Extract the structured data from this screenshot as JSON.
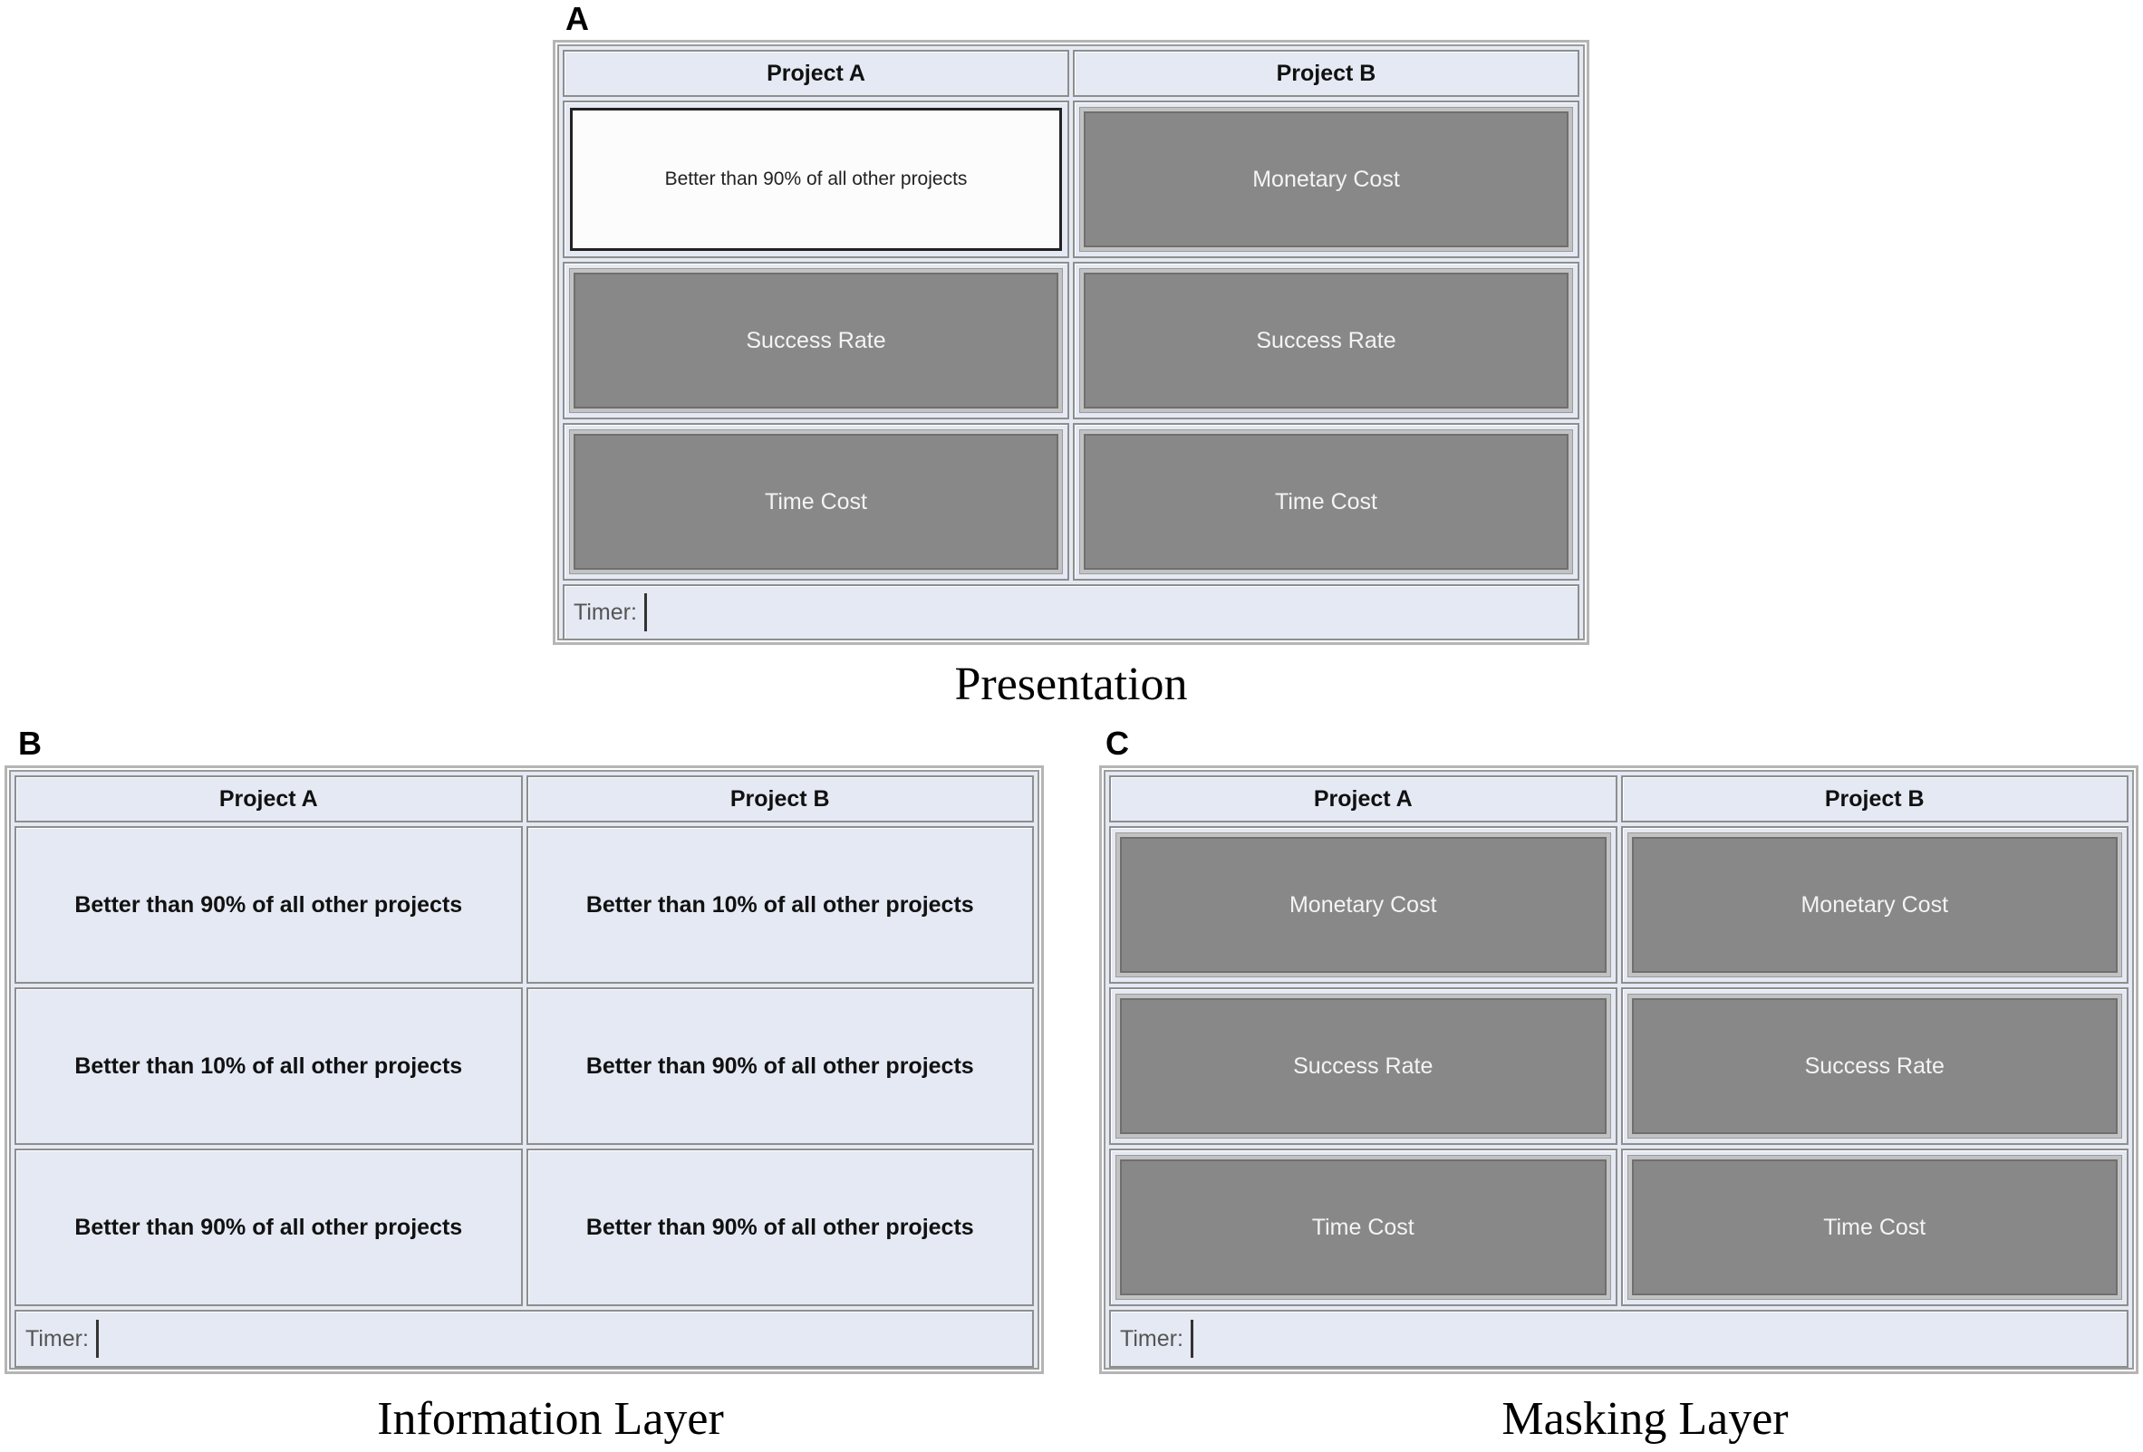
{
  "panels": {
    "a": {
      "letter": "A",
      "caption": "Presentation",
      "headers": [
        "Project A",
        "Project B"
      ],
      "rows": [
        [
          {
            "text": "Better than 90% of all other projects",
            "state": "revealed"
          },
          {
            "text": "Monetary Cost",
            "state": "masked"
          }
        ],
        [
          {
            "text": "Success Rate",
            "state": "masked"
          },
          {
            "text": "Success Rate",
            "state": "masked"
          }
        ],
        [
          {
            "text": "Time Cost",
            "state": "masked"
          },
          {
            "text": "Time Cost",
            "state": "masked"
          }
        ]
      ],
      "timer_label": "Timer:"
    },
    "b": {
      "letter": "B",
      "caption": "Information Layer",
      "headers": [
        "Project A",
        "Project B"
      ],
      "rows": [
        [
          {
            "text": "Better than 90% of all other projects",
            "state": "info"
          },
          {
            "text": "Better than 10% of all other projects",
            "state": "info"
          }
        ],
        [
          {
            "text": "Better than 10% of all other projects",
            "state": "info"
          },
          {
            "text": "Better than 90% of all other projects",
            "state": "info"
          }
        ],
        [
          {
            "text": "Better than 90% of all other projects",
            "state": "info"
          },
          {
            "text": "Better than 90% of all other projects",
            "state": "info"
          }
        ]
      ],
      "timer_label": "Timer:"
    },
    "c": {
      "letter": "C",
      "caption": "Masking Layer",
      "headers": [
        "Project A",
        "Project B"
      ],
      "rows": [
        [
          {
            "text": "Monetary Cost",
            "state": "masked"
          },
          {
            "text": "Monetary Cost",
            "state": "masked"
          }
        ],
        [
          {
            "text": "Success Rate",
            "state": "masked"
          },
          {
            "text": "Success Rate",
            "state": "masked"
          }
        ],
        [
          {
            "text": "Time Cost",
            "state": "masked"
          },
          {
            "text": "Time Cost",
            "state": "masked"
          }
        ]
      ],
      "timer_label": "Timer:"
    }
  },
  "colors": {
    "panel_background": "#e4e9f3",
    "mask_gray": "#888888",
    "revealed_white": "#fcfcfc"
  }
}
